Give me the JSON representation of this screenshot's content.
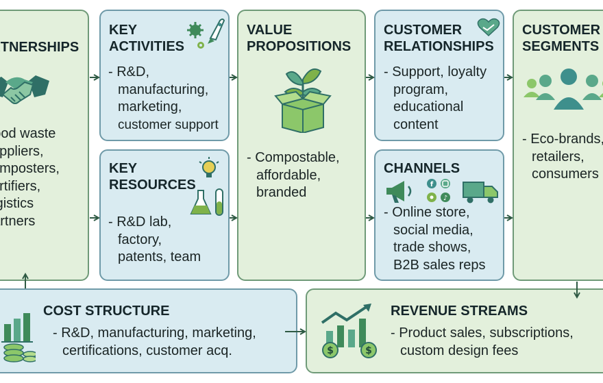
{
  "partnerships": {
    "title": "PARTNERSHIPS",
    "lines": [
      "Food waste",
      "suppliers,",
      "composters,",
      "certifiers,",
      "logistics",
      "partners"
    ]
  },
  "key_activities": {
    "title_1": "KEY",
    "title_2": "ACTIVITIES",
    "lines": [
      "- R&D,",
      "manufacturing,",
      "marketing,",
      "customer support"
    ]
  },
  "key_resources": {
    "title_1": "KEY",
    "title_2": "RESOURCES",
    "lines": [
      "- R&D lab,",
      "factory,",
      "patents, team"
    ]
  },
  "value_propositions": {
    "title_1": "VALUE",
    "title_2": "PROPOSITIONS",
    "lines": [
      "- Compostable,",
      "affordable,",
      "branded"
    ]
  },
  "customer_relationships": {
    "title_1": "CUSTOMER",
    "title_2": "RELATIONSHIPS",
    "lines": [
      "- Support, loyalty",
      "program,",
      "educational",
      "content"
    ]
  },
  "channels": {
    "title": "CHANNELS",
    "lines": [
      "- Online store,",
      "social media,",
      "trade shows,",
      "B2B sales reps"
    ]
  },
  "customer_segments": {
    "title_1": "CUSTOMER",
    "title_2": "SEGMENTS",
    "lines": [
      "- Eco-brands,",
      "retailers,",
      "consumers"
    ]
  },
  "cost_structure": {
    "title": "COST STRUCTURE",
    "lines": [
      "- R&D, manufacturing, marketing,",
      "certifications, customer acq."
    ]
  },
  "revenue_streams": {
    "title": "REVENUE STREAMS",
    "lines": [
      "- Product sales, subscriptions,",
      "custom design fees"
    ]
  },
  "icons": {
    "partnerships": "handshake-icon",
    "key_activities": "gears-rocket-icon",
    "key_resources": "lightbulb-flask-icon",
    "value_propositions": "sprouting-box-icon",
    "customer_relationships": "heart-handshake-icon",
    "channels": "megaphone-social-truck-icon",
    "customer_segments": "people-group-icon",
    "cost_structure": "bar-chart-coins-icon",
    "revenue_streams": "growth-chart-dollar-icon"
  },
  "colors": {
    "green_fill": "#e3f0dc",
    "blue_fill": "#d9ebf1",
    "border": "#6f9a78",
    "icon_green": "#3f8a5a",
    "icon_teal": "#3e8f8c",
    "arrow": "#2f5a44"
  }
}
